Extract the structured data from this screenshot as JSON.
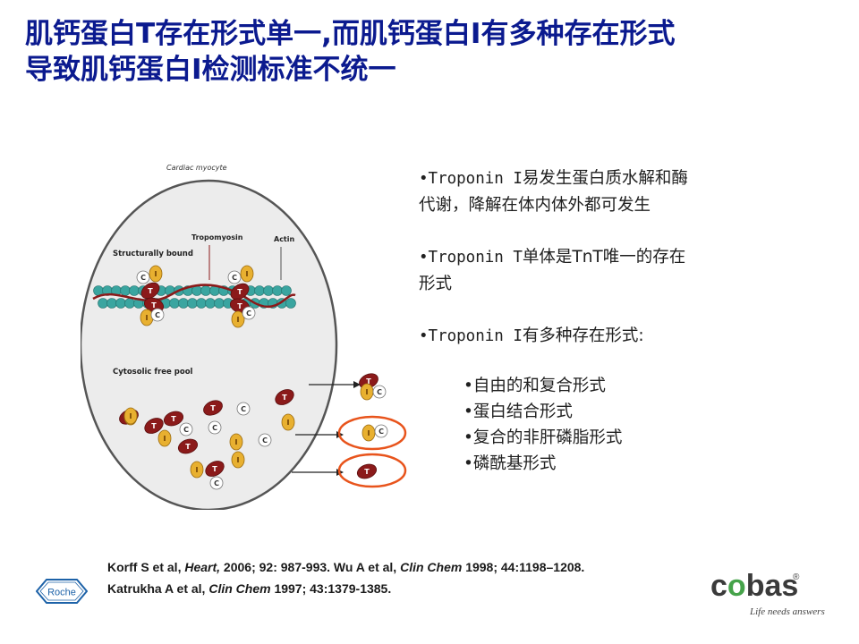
{
  "title": {
    "line1": "肌钙蛋白T存在形式单一,而肌钙蛋白I有多种存在形式",
    "line2": "导致肌钙蛋白I检测标准不统一"
  },
  "diagram": {
    "cell_label": "Cardiac myocyte",
    "structurally_bound": "Structurally bound",
    "tropomyosin": "Tropomyosin",
    "actin": "Actin",
    "cytosolic_pool": "Cytosolic free pool",
    "subunit_letters": {
      "t": "T",
      "i": "I",
      "c": "C"
    },
    "colors": {
      "troponin_t": "#8b1a1a",
      "troponin_i": "#e8b030",
      "troponin_c": "#ffffff",
      "actin_beads": "#3aa5a0",
      "highlight_circle": "#e8541c",
      "cell_fill": "#ececec"
    }
  },
  "bullets": {
    "b1_prefix": "•Troponin I",
    "b1_rest": "易发生蛋白质水解和酶",
    "b1_line2": "代谢，降解在体内体外都可发生",
    "b2_prefix": "•Troponin T",
    "b2_rest": "单体是TnT唯一的存在",
    "b2_line2": "形式",
    "b3_prefix": "•Troponin I",
    "b3_rest": "有多种存在形式:",
    "subs": [
      "•自由的和复合形式",
      "•蛋白结合形式",
      "•复合的非肝磷脂形式",
      "•磷酰基形式"
    ]
  },
  "references": {
    "r1_a": "Korff S et al, ",
    "r1_journal": "Heart,",
    "r1_b": " 2006; 92: 987-993.  Wu A  et al,  ",
    "r1_journal2": "Clin Chem",
    "r1_c": " 1998; 44:1198–1208.",
    "r2_a": "Katrukha A et al, ",
    "r2_journal": "Clin Chem",
    "r2_b": " 1997; 43:1379-1385."
  },
  "footer": {
    "roche_logo_text": "Roche",
    "cobas_part1": "c",
    "cobas_o": "o",
    "cobas_part2": "bas",
    "registered": "®",
    "tagline": "Life needs answers",
    "brand_green": "#46a34a",
    "roche_blue": "#1d62a8"
  }
}
